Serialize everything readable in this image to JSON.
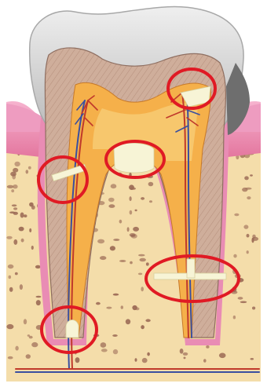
{
  "diagram": {
    "subject": "tooth-cross-section",
    "layers": [
      "enamel",
      "dentin",
      "pulp",
      "gum",
      "bone",
      "nerve-and-vessels"
    ],
    "highlight_count": 5,
    "colors": {
      "enamel": "#d9d9d9",
      "dentin": "#c9a896",
      "pulp": "#f2a33a",
      "gum": "#e98cb4",
      "bone": "#f2ddaa",
      "bone_pores": "#9b6a55",
      "artery": "#c0392b",
      "vein": "#3a4fa0",
      "highlight_ring": "#e01a24",
      "deposit": "#f7f4d6"
    }
  }
}
